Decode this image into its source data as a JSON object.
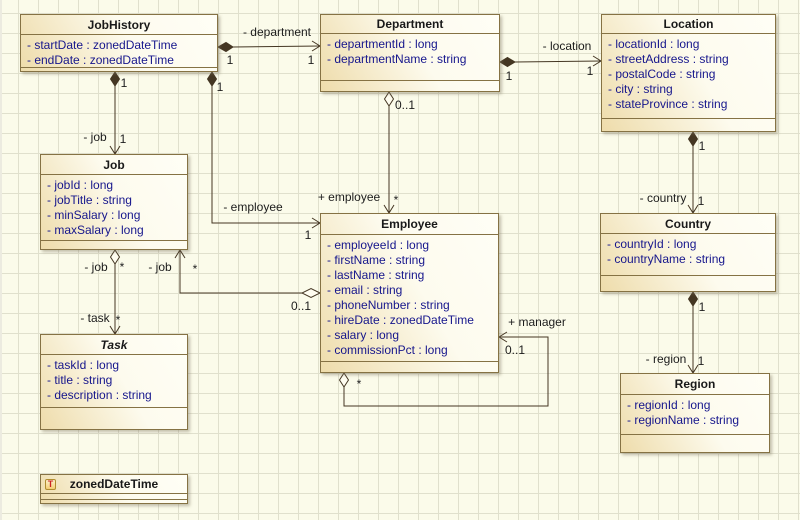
{
  "diagram": {
    "kind": "uml-class-diagram",
    "colors": {
      "background": "#fbfbea",
      "grid_line": "#e0e0cd",
      "box_border": "#857244",
      "box_fill_tan": "#eedcab",
      "box_fill_light": "#fffef6",
      "attribute_text": "#16168c",
      "title_text": "#191919",
      "edge_line": "#443623",
      "type_icon_letter": "#cc2222"
    },
    "classes": [
      {
        "name": "JobHistory",
        "abstract": false,
        "attributes": [
          "- startDate : zonedDateTime",
          "- endDate : zonedDateTime"
        ]
      },
      {
        "name": "Department",
        "abstract": false,
        "attributes": [
          "- departmentId : long",
          "- departmentName : string"
        ]
      },
      {
        "name": "Location",
        "abstract": false,
        "attributes": [
          "- locationId : long",
          "- streetAddress : string",
          "- postalCode : string",
          "- city : string",
          "- stateProvince : string"
        ]
      },
      {
        "name": "Job",
        "abstract": false,
        "attributes": [
          "- jobId : long",
          "- jobTitle : string",
          "- minSalary : long",
          "- maxSalary : long"
        ]
      },
      {
        "name": "Employee",
        "abstract": false,
        "attributes": [
          "- employeeId : long",
          "- firstName : string",
          "- lastName : string",
          "- email : string",
          "- phoneNumber : string",
          "- hireDate : zonedDateTime",
          "- salary : long",
          "- commissionPct : long"
        ]
      },
      {
        "name": "Country",
        "abstract": false,
        "attributes": [
          "- countryId : long",
          "- countryName : string"
        ]
      },
      {
        "name": "Region",
        "abstract": false,
        "attributes": [
          "- regionId : long",
          "- regionName : string"
        ]
      },
      {
        "name": "Task",
        "abstract": true,
        "attributes": [
          "- taskId : long",
          "- title : string",
          "- description : string"
        ]
      },
      {
        "name": "zonedDateTime",
        "abstract": false,
        "kind": "datatype",
        "icon_letter": "T",
        "attributes": []
      }
    ],
    "associations": [
      {
        "source": "JobHistory",
        "target": "Department",
        "aggregation": "composite",
        "source_mult": "1",
        "target_role": "- department",
        "target_mult": "1"
      },
      {
        "source": "JobHistory",
        "target": "Job",
        "aggregation": "composite",
        "source_mult": "1",
        "target_role": "- job",
        "target_mult": "1"
      },
      {
        "source": "JobHistory",
        "target": "Employee",
        "aggregation": "composite",
        "source_mult": "1",
        "target_role": "- employee",
        "target_mult": "1"
      },
      {
        "source": "Department",
        "target": "Employee",
        "aggregation": "shared",
        "source_mult": "0..1",
        "target_role": "+ employee",
        "target_mult": "*"
      },
      {
        "source": "Department",
        "target": "Location",
        "aggregation": "composite",
        "source_mult": "1",
        "target_role": "- location",
        "target_mult": "1"
      },
      {
        "source": "Location",
        "target": "Country",
        "aggregation": "composite",
        "source_mult": "1",
        "target_role": "- country",
        "target_mult": "1"
      },
      {
        "source": "Country",
        "target": "Region",
        "aggregation": "composite",
        "source_mult": "1",
        "target_role": "- region",
        "target_mult": "1"
      },
      {
        "source": "Job",
        "target": "Task",
        "aggregation": "shared",
        "source_role": "- job",
        "source_mult": "*",
        "target_role": "- task",
        "target_mult": "*"
      },
      {
        "source": "Employee",
        "target": "Job",
        "aggregation": "shared",
        "source_mult": "0..1",
        "target_role": "- job",
        "target_mult": "*"
      },
      {
        "source": "Employee",
        "target": "Employee",
        "aggregation": "shared",
        "source_mult": "*",
        "target_role": "+ manager",
        "target_mult": "0..1"
      }
    ]
  }
}
